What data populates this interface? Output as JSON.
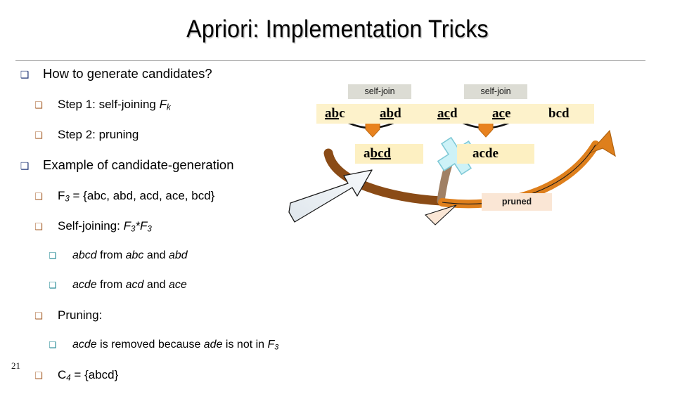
{
  "slide": {
    "title": "Apriori: Implementation Tricks",
    "page_number": "21"
  },
  "outline": [
    {
      "level": 1,
      "text": "How to generate candidates?"
    },
    {
      "level": 2,
      "text": "Step 1: self-joining F",
      "sub": "k"
    },
    {
      "level": 2,
      "text": "Step 2: pruning"
    },
    {
      "level": 1,
      "text": "Example of candidate-generation"
    },
    {
      "level": 2,
      "text": "F3 = {abc, abd, acd, ace, bcd}"
    },
    {
      "level": 2,
      "text": "Self-joining: F3*F3"
    },
    {
      "level": 3,
      "text": "abcd from abc and abd"
    },
    {
      "level": 3,
      "text": "acde from acd and ace"
    },
    {
      "level": 2,
      "text": "Pruning:"
    },
    {
      "level": 3,
      "text": "acde is removed because ade is not in F3"
    },
    {
      "level": 2,
      "text": "C4 = {abcd}"
    }
  ],
  "text": {
    "line1": "How to generate candidates?",
    "line2_a": "Step 1: self-joining ",
    "line2_F": "F",
    "line2_sub": "k",
    "line3": "Step 2: pruning",
    "line4": "Example of candidate-generation",
    "line5_F": "F",
    "line5_sub": "3",
    "line5_rest": " = {abc, abd, acd, ace, bcd}",
    "line6_a": "Self-joining: ",
    "line6_F1": "F",
    "line6_sub1": "3",
    "line6_star": "*",
    "line6_F2": "F",
    "line6_sub2": "3",
    "line7_a": "abcd",
    "line7_b": " from ",
    "line7_c": "abc",
    "line7_d": " and ",
    "line7_e": "abd",
    "line8_a": "acde",
    "line8_b": " from ",
    "line8_c": "acd",
    "line8_d": " and ",
    "line8_e": "ace",
    "line9": "Pruning:",
    "line10_a": "acde",
    "line10_b": " is removed because ",
    "line10_c": "ade",
    "line10_d": " is not in ",
    "line10_F": "F",
    "line10_sub": "3",
    "line11_C": "C",
    "line11_sub": "4",
    "line11_rest": " = {abcd}"
  },
  "diagram": {
    "selfjoin_left_label": "self-join",
    "selfjoin_right_label": "self-join",
    "pruned_label": "pruned",
    "itemsets_row1": [
      {
        "id": "abc",
        "prefix": "ab",
        "suffix": "c"
      },
      {
        "id": "abd",
        "prefix": "ab",
        "suffix": "d"
      },
      {
        "id": "acd",
        "prefix": "ac",
        "suffix": "d"
      },
      {
        "id": "ace",
        "prefix": "ac",
        "suffix": "e"
      },
      {
        "id": "bcd",
        "prefix": "",
        "suffix": "bcd"
      }
    ],
    "itemsets_row2": [
      {
        "id": "abcd",
        "prefix": "a",
        "suffix": "bcd",
        "underline": "suffix"
      },
      {
        "id": "acde",
        "prefix": "acde",
        "suffix": "",
        "underline": "none"
      }
    ],
    "cross_mark": "x-cross-icon"
  },
  "colors": {
    "itemset_box": "#fdf2cb",
    "selfjoin_box": "#dcdcd4",
    "pruned_box": "#fae6d5",
    "arrow_orange": "#e8821e",
    "arrow_brown": "#8a4b16",
    "cross_cyan": "#cdf2f7",
    "bullet_level1": "#1f3576",
    "bullet_level2": "#a9622e",
    "bullet_level3": "#17828e"
  }
}
